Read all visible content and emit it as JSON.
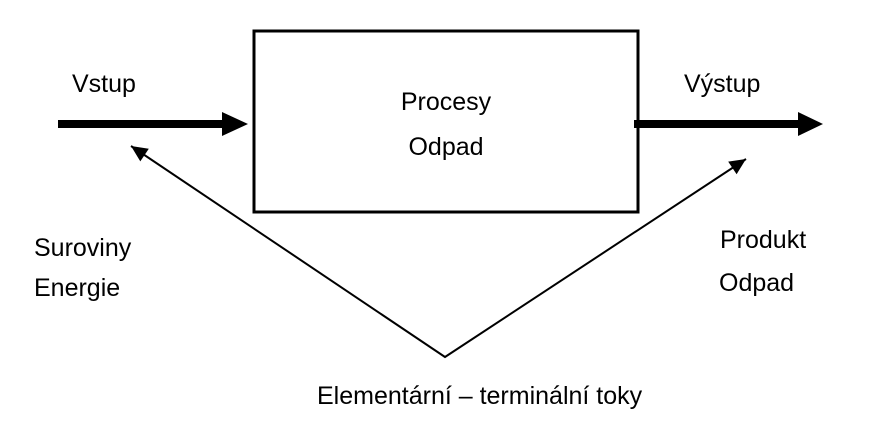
{
  "colors": {
    "ink": "#000000",
    "paper": "#ffffff"
  },
  "diagram": {
    "input_label": "Vstup",
    "output_label": "Výstup",
    "process_box": {
      "line1": "Procesy",
      "line2": "Odpad"
    },
    "input_items": [
      "Suroviny",
      "Energie"
    ],
    "output_items": [
      "Produkt",
      "Odpad"
    ],
    "caption": "Elementární – terminální toky"
  }
}
